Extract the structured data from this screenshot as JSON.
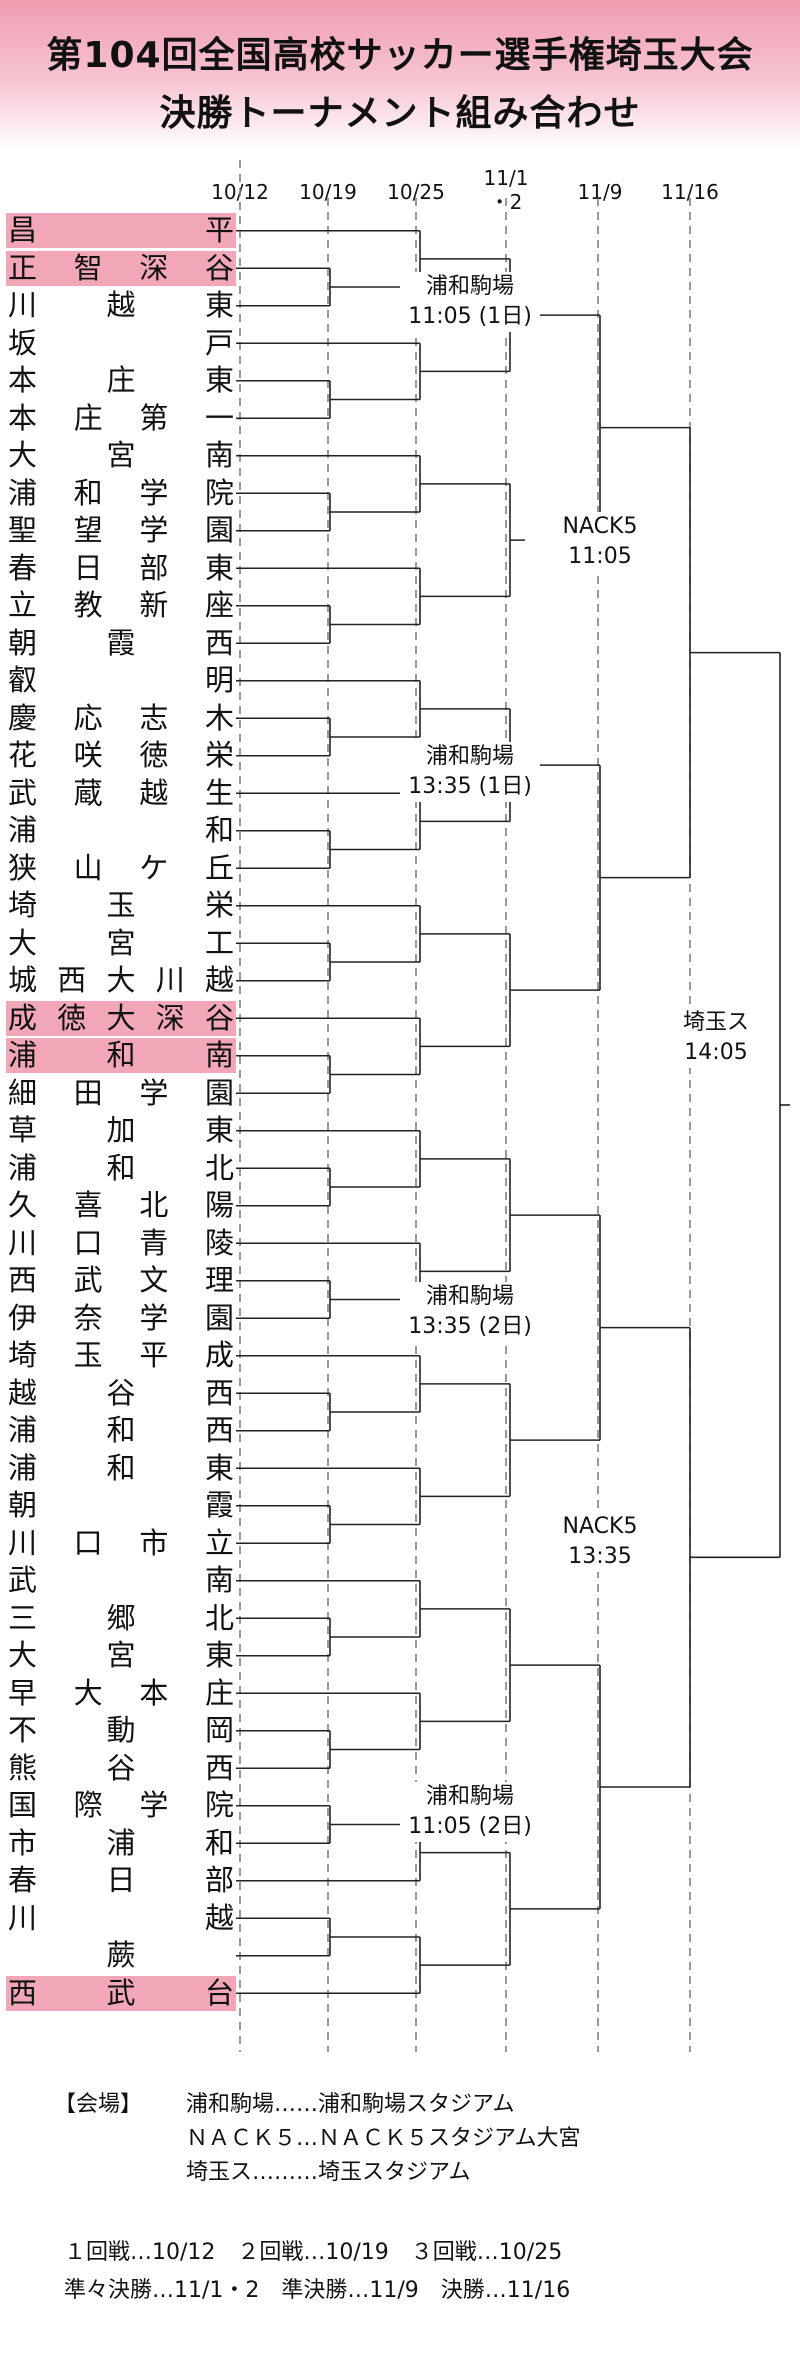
{
  "title_line1": "第104回全国高校サッカー選手権埼玉大会",
  "title_line2": "決勝トーナメント組み合わせ",
  "rounds": [
    "10/12",
    "10/19",
    "10/25",
    "11/1\n・2",
    "11/9",
    "11/16"
  ],
  "teams": [
    {
      "name": "昌平",
      "seed": true
    },
    {
      "name": "正智深谷",
      "seed": true
    },
    {
      "name": "川越東",
      "seed": false
    },
    {
      "name": "坂戸",
      "seed": false
    },
    {
      "name": "本庄東",
      "seed": false
    },
    {
      "name": "本庄第一",
      "seed": false
    },
    {
      "name": "大宮南",
      "seed": false
    },
    {
      "name": "浦和学院",
      "seed": false
    },
    {
      "name": "聖望学園",
      "seed": false
    },
    {
      "name": "春日部東",
      "seed": false
    },
    {
      "name": "立教新座",
      "seed": false
    },
    {
      "name": "朝霞西",
      "seed": false
    },
    {
      "name": "叡明",
      "seed": false
    },
    {
      "name": "慶応志木",
      "seed": false
    },
    {
      "name": "花咲徳栄",
      "seed": false
    },
    {
      "name": "武蔵越生",
      "seed": false
    },
    {
      "name": "浦和",
      "seed": false
    },
    {
      "name": "狭山ケ丘",
      "seed": false
    },
    {
      "name": "埼玉栄",
      "seed": false
    },
    {
      "name": "大宮工",
      "seed": false
    },
    {
      "name": "城西大川越",
      "seed": false
    },
    {
      "name": "成徳大深谷",
      "seed": true
    },
    {
      "name": "浦和南",
      "seed": true
    },
    {
      "name": "細田学園",
      "seed": false
    },
    {
      "name": "草加東",
      "seed": false
    },
    {
      "name": "浦和北",
      "seed": false
    },
    {
      "name": "久喜北陽",
      "seed": false
    },
    {
      "name": "川口青陵",
      "seed": false
    },
    {
      "name": "西武文理",
      "seed": false
    },
    {
      "name": "伊奈学園",
      "seed": false
    },
    {
      "name": "埼玉平成",
      "seed": false
    },
    {
      "name": "越谷西",
      "seed": false
    },
    {
      "name": "浦和西",
      "seed": false
    },
    {
      "name": "浦和東",
      "seed": false
    },
    {
      "name": "朝霞",
      "seed": false
    },
    {
      "name": "川口市立",
      "seed": false
    },
    {
      "name": "武南",
      "seed": false
    },
    {
      "name": "三郷北",
      "seed": false
    },
    {
      "name": "大宮東",
      "seed": false
    },
    {
      "name": "早大本庄",
      "seed": false
    },
    {
      "name": "不動岡",
      "seed": false
    },
    {
      "name": "熊谷西",
      "seed": false
    },
    {
      "name": "国際学院",
      "seed": false
    },
    {
      "name": "市浦和",
      "seed": false
    },
    {
      "name": "春日部",
      "seed": false
    },
    {
      "name": "川越",
      "seed": false
    },
    {
      "name": "蕨",
      "seed": false
    },
    {
      "name": "西武台",
      "seed": true
    }
  ],
  "venues": [
    {
      "name": "浦和駒場",
      "time": "11:05 (1日)"
    },
    {
      "name": "NACK5",
      "time": "11:05"
    },
    {
      "name": "浦和駒場",
      "time": "13:35 (1日)"
    },
    {
      "name": "埼玉ス",
      "time": "14:05"
    },
    {
      "name": "浦和駒場",
      "time": "13:35 (2日)"
    },
    {
      "name": "NACK5",
      "time": "13:35"
    },
    {
      "name": "浦和駒場",
      "time": "11:05 (2日)"
    }
  ],
  "legend": {
    "venue_heading": "【会場】",
    "venue_lines": [
      "浦和駒場……浦和駒場スタジアム",
      "ＮＡＣＫ５…ＮＡＣＫ５スタジアム大宮",
      "埼玉ス………埼玉スタジアム"
    ],
    "schedule_lines": [
      "１回戦…10/12　２回戦…10/19　３回戦…10/25",
      "準々決勝…11/1・2　準決勝…11/9　決勝…11/16"
    ]
  }
}
